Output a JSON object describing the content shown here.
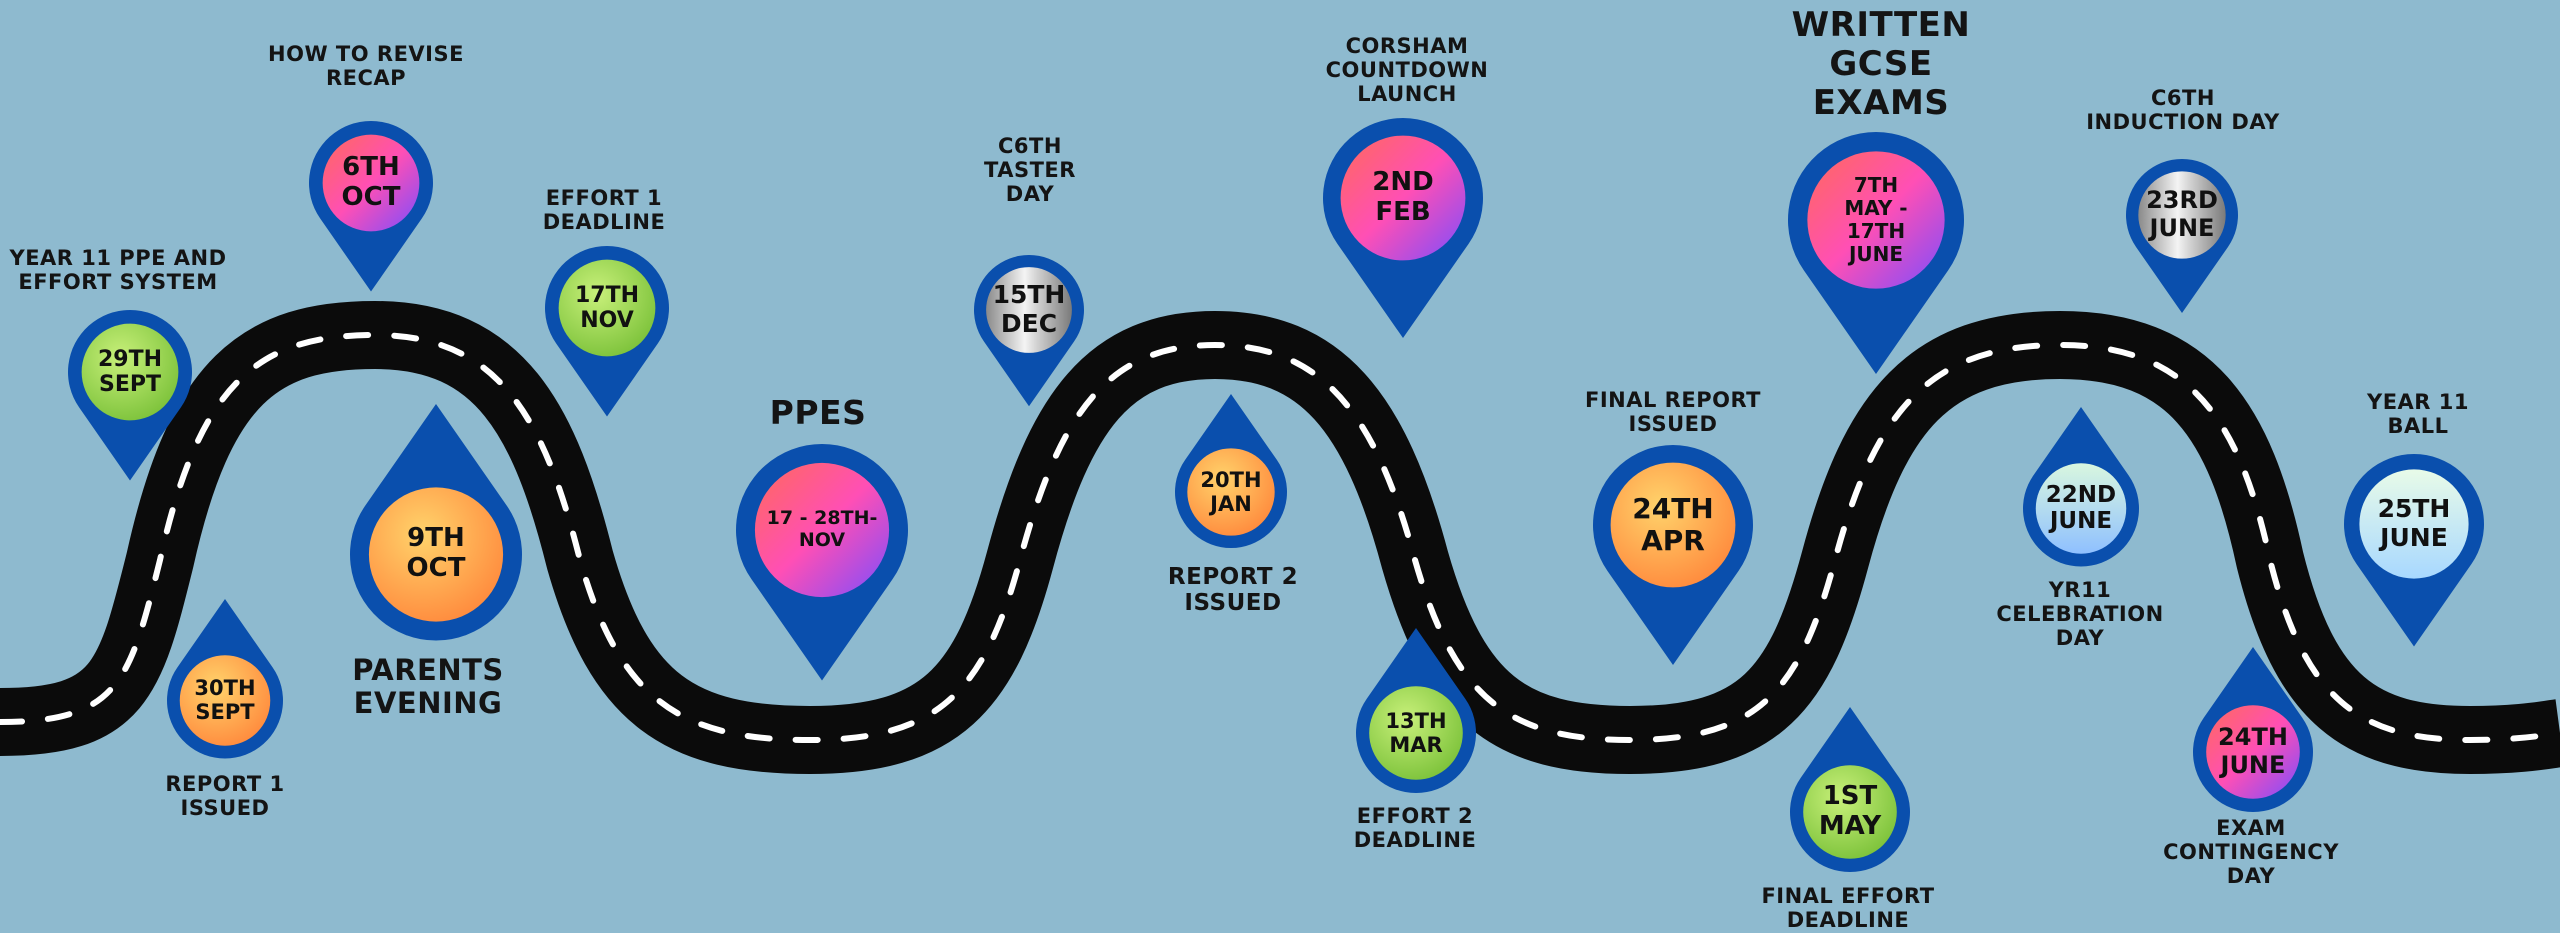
{
  "colors": {
    "background": "#8ebacf",
    "pin": "#0a4fad",
    "road": "#0b0b0b",
    "road_dash": "#ffffff"
  },
  "events": [
    {
      "id": "ppe-effort-system",
      "date": "29TH\nSEPT",
      "label": "YEAR 11 PPE AND\nEFFORT SYSTEM",
      "gradient": "green"
    },
    {
      "id": "report-1",
      "date": "30TH\nSEPT",
      "label": "REPORT 1\nISSUED",
      "gradient": "orange"
    },
    {
      "id": "how-to-revise",
      "date": "6TH\nOCT",
      "label": "HOW TO REVISE\nRECAP",
      "gradient": "pink"
    },
    {
      "id": "parents-evening",
      "date": "9TH\nOCT",
      "label": "PARENTS\nEVENING",
      "gradient": "orange"
    },
    {
      "id": "effort-1",
      "date": "17TH\nNOV",
      "label": "EFFORT 1\nDEADLINE",
      "gradient": "green"
    },
    {
      "id": "ppes",
      "date": "17 - 28TH-\nNOV",
      "label": "PPES",
      "gradient": "pink"
    },
    {
      "id": "c6th-taster",
      "date": "15TH\nDEC",
      "label": "C6TH\nTASTER\nDAY",
      "gradient": "silver"
    },
    {
      "id": "report-2",
      "date": "20TH\nJAN",
      "label": "REPORT 2\nISSUED",
      "gradient": "orange"
    },
    {
      "id": "corsham-countdown",
      "date": "2ND\nFEB",
      "label": "CORSHAM\nCOUNTDOWN\nLAUNCH",
      "gradient": "pink"
    },
    {
      "id": "effort-2",
      "date": "13TH\nMAR",
      "label": "EFFORT 2\nDEADLINE",
      "gradient": "green"
    },
    {
      "id": "final-report",
      "date": "24TH\nAPR",
      "label": "FINAL REPORT\nISSUED",
      "gradient": "orange"
    },
    {
      "id": "final-effort",
      "date": "1ST\nMAY",
      "label": "FINAL EFFORT\nDEADLINE",
      "gradient": "green"
    },
    {
      "id": "written-gcse",
      "date": "7TH\nMAY -\n17TH\nJUNE",
      "label": "WRITTEN\nGCSE\nEXAMS",
      "gradient": "pink"
    },
    {
      "id": "yr11-celebration",
      "date": "22ND\nJUNE",
      "label": "YR11\nCELEBRATION\nDAY",
      "gradient": "ice"
    },
    {
      "id": "c6th-induction",
      "date": "23RD\nJUNE",
      "label": "C6TH\nINDUCTION DAY",
      "gradient": "silver"
    },
    {
      "id": "exam-contingency",
      "date": "24TH\nJUNE",
      "label": "EXAM\nCONTINGENCY\nDAY",
      "gradient": "pink"
    },
    {
      "id": "year11-ball",
      "date": "25TH\nJUNE",
      "label": "YEAR 11\nBALL",
      "gradient": "mint"
    }
  ]
}
